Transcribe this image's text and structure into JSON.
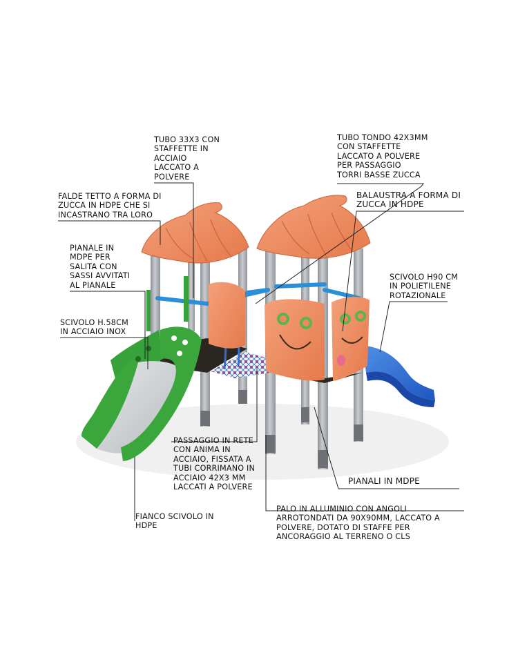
{
  "labels": {
    "tubo_33x3": "TUBO 33X3 CON\nSTAFFETTE IN\nACCIAIO\nLACCATO A\nPOLVERE",
    "tubo_tondo": "TUBO TONDO 42X3MM\nCON STAFFETTE\nLACCATO A POLVERE\nPER PASSAGGIO\nTORRI BASSE ZUCCA",
    "falde_tetto": "FALDE TETTO A FORMA DI\nZUCCA IN HDPE CHE SI\nINCASTRANO TRA LORO",
    "balaustra": "BALAUSTRA A FORMA DI\nZUCCA IN HDPE",
    "pianale_mdpe": "PIANALE IN\nMDPE PER\nSALITA CON\nSASSI AVVITATI\nAL PIANALE",
    "scivolo_h90": "SCIVOLO H90 CM\nIN POLIETILENE\nROTAZIONALE",
    "scivolo_h58": "SCIVOLO H.58CM\nIN ACCIAIO INOX",
    "passaggio_rete": "PASSAGGIO IN RETE\nCON ANIMA IN\nACCIAIO, FISSATA A\nTUBI CORRIMANO IN\nACCIAIO 42X3 MM\nLACCATI A POLVERE",
    "pianali_mdpe": "PIANALI IN MDPE",
    "palo_alluminio": "PALO IN ALLUMINIO CON ANGOLI\nARROTONDATI DA 90X90MM, LACCATO A\nPOLVERE, DOTATO DI STAFFE PER\nANCORAGGIO AL TERRENO O CLS",
    "fianco_scivolo": "FIANCO SCIVOLO IN\nHDPE"
  },
  "colors": {
    "roof_orange": "#ef8a5c",
    "panel_orange": "#f0895f",
    "slide_green": "#3aa63c",
    "slide_blue": "#2f6fd6",
    "post_gray": "#a9adb2",
    "tube_blue": "#2a8fd8",
    "deck_dark": "#2a2622",
    "net_red": "#c0504d",
    "stainless": "#cfd3d6",
    "eye_green": "#5fb34c",
    "leader_line": "#222222"
  }
}
